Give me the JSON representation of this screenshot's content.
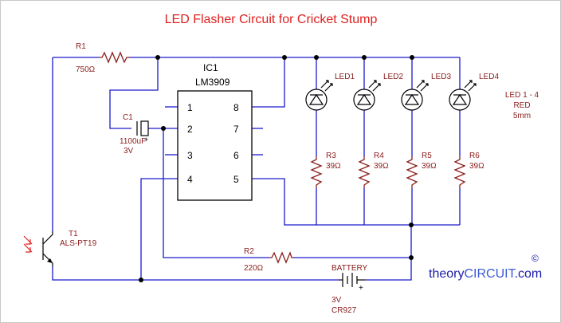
{
  "title": "LED Flasher Circuit for Cricket Stump",
  "colors": {
    "wire": "#1a1acc",
    "component": "#000000",
    "label": "#8b1c1c",
    "title": "#e02020",
    "brand_theory": "#1a1aaa",
    "brand_circuit": "#3b5bd6"
  },
  "ic": {
    "ref": "IC1",
    "part": "LM3909",
    "pins": [
      "1",
      "2",
      "3",
      "4",
      "5",
      "6",
      "7",
      "8"
    ]
  },
  "resistors": [
    {
      "ref": "R1",
      "value": "750Ω"
    },
    {
      "ref": "R2",
      "value": "220Ω"
    },
    {
      "ref": "R3",
      "value": "39Ω"
    },
    {
      "ref": "R4",
      "value": "39Ω"
    },
    {
      "ref": "R5",
      "value": "39Ω"
    },
    {
      "ref": "R6",
      "value": "39Ω"
    }
  ],
  "capacitor": {
    "ref": "C1",
    "value": "1100uF",
    "voltage": "3V"
  },
  "leds": [
    {
      "ref": "LED1"
    },
    {
      "ref": "LED2"
    },
    {
      "ref": "LED3"
    },
    {
      "ref": "LED4"
    }
  ],
  "led_note": {
    "line1": "LED 1 - 4",
    "line2": "RED",
    "line3": "5mm"
  },
  "transistor": {
    "ref": "T1",
    "part": "ALS-PT19"
  },
  "battery": {
    "label": "BATTERY",
    "voltage": "3V",
    "part": "CR927"
  },
  "brand": {
    "prefix": "theory",
    "highlight": "CIRCUIT",
    "suffix": ".com",
    "copyright": "©"
  }
}
